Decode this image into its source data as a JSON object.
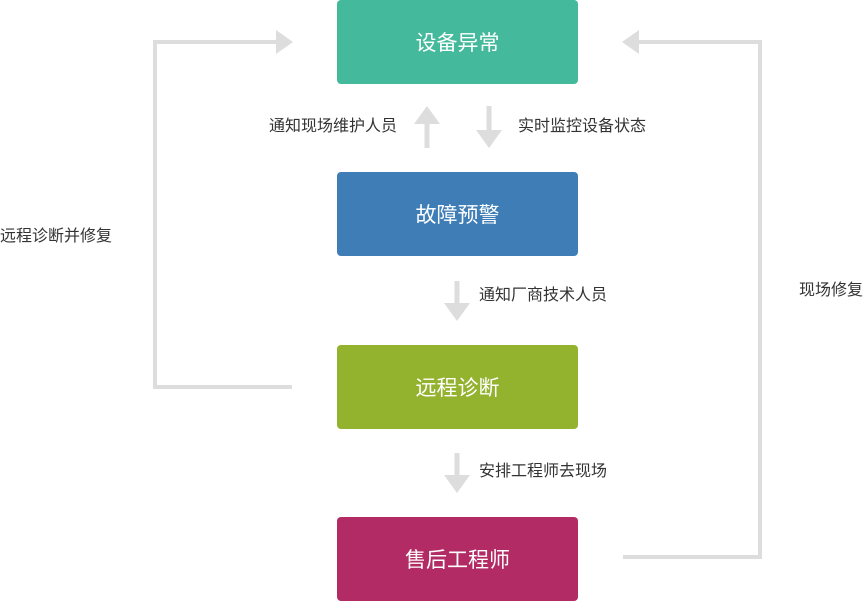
{
  "nodes": {
    "device_abnormal": "设备异常",
    "fault_warning": "故障预警",
    "remote_diagnosis": "远程诊断",
    "after_sales_engineer": "售后工程师"
  },
  "edges": {
    "notify_maintenance": "通知现场维护人员",
    "realtime_monitor": "实时监控设备状态",
    "notify_vendor": "通知厂商技术人员",
    "arrange_engineer": "安排工程师去现场",
    "remote_repair": "远程诊断并修复",
    "onsite_repair": "现场修复"
  },
  "colors": {
    "device_abnormal": "#45b99c",
    "fault_warning": "#3f7db6",
    "remote_diagnosis": "#93b22e",
    "after_sales_engineer": "#b22b65",
    "connector": "#dddddd",
    "text": "#333333"
  }
}
